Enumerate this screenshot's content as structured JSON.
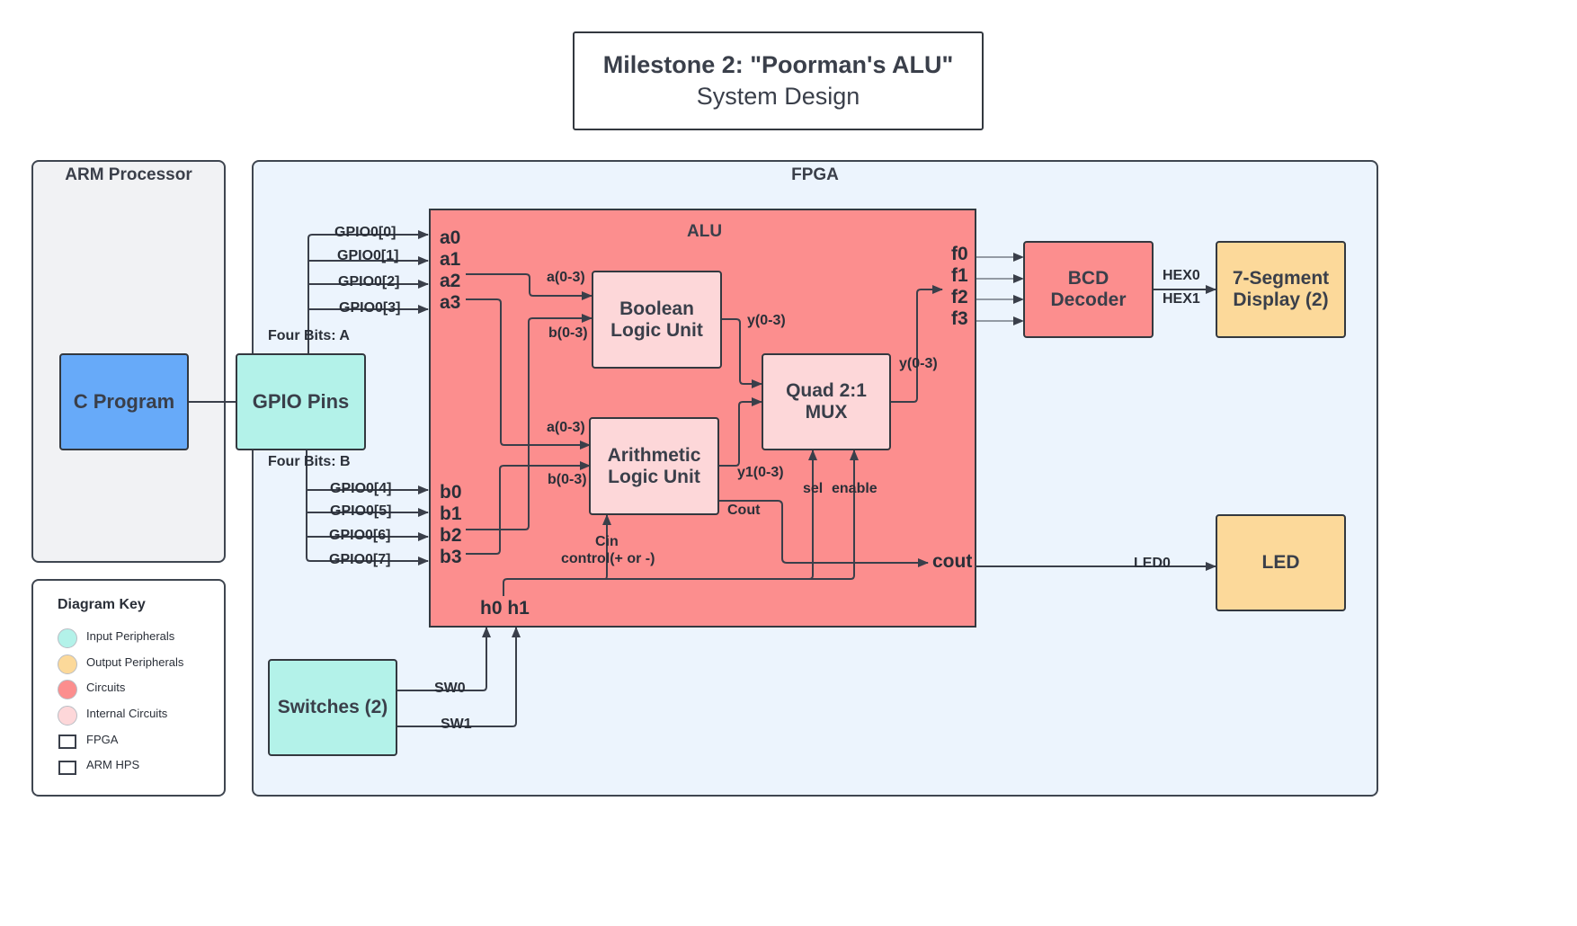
{
  "title": {
    "line1": "Milestone 2: \"Poorman's ALU\"",
    "line2": "System Design"
  },
  "arm": {
    "label": "ARM Processor",
    "c_program": "C Program"
  },
  "fpga": {
    "label": "FPGA"
  },
  "gpio": {
    "label": "GPIO Pins",
    "group_a": "Four Bits: A",
    "group_b": "Four Bits: B",
    "a_pins": [
      "GPIO0[0]",
      "GPIO0[1]",
      "GPIO0[2]",
      "GPIO0[3]"
    ],
    "b_pins": [
      "GPIO0[4]",
      "GPIO0[5]",
      "GPIO0[6]",
      "GPIO0[7]"
    ]
  },
  "alu": {
    "label": "ALU",
    "a_ports": [
      "a0",
      "a1",
      "a2",
      "a3"
    ],
    "b_ports": [
      "b0",
      "b1",
      "b2",
      "b3"
    ],
    "f_ports": [
      "f0",
      "f1",
      "f2",
      "f3"
    ],
    "h_ports": "h0 h1",
    "cout_port": "cout",
    "boolean": "Boolean Logic Unit",
    "arithmetic": "Arithmetic Logic Unit",
    "mux": "Quad 2:1 MUX",
    "signals": {
      "bool_a": "a(0-3)",
      "bool_b": "b(0-3)",
      "bool_y": "y(0-3)",
      "arith_a": "a(0-3)",
      "arith_b": "b(0-3)",
      "arith_y": "y1(0-3)",
      "mux_y": "y(0-3)",
      "sel": "sel",
      "enable": "enable",
      "cout": "Cout",
      "cin": "Cin",
      "control": "control(+ or -)"
    }
  },
  "bcd": {
    "label": "BCD Decoder",
    "hex0": "HEX0",
    "hex1": "HEX1"
  },
  "seven_seg": {
    "label": "7-Segment Display (2)"
  },
  "led": {
    "label": "LED",
    "signal": "LED0"
  },
  "switches": {
    "label": "Switches (2)",
    "sw0": "SW0",
    "sw1": "SW1"
  },
  "key": {
    "title": "Diagram Key",
    "items": [
      "Input Peripherals",
      "Output Peripherals",
      "Circuits",
      "Internal Circuits",
      "FPGA",
      "ARM HPS"
    ]
  },
  "colors": {
    "input": "#b3f2e9",
    "output": "#fcd99a",
    "circuit": "#fc8e8e",
    "internal": "#fdd7d9",
    "fpga_bg": "#ecf4fd",
    "arm_bg": "#f1f2f4",
    "c_program": "#67aaf9"
  }
}
